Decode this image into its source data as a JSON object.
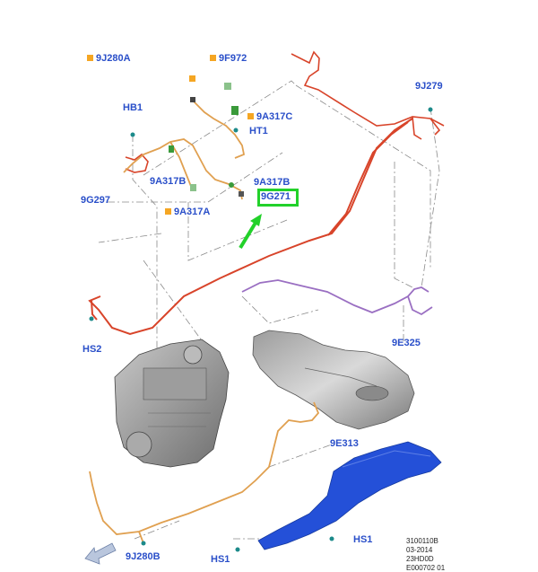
{
  "diagram": {
    "colors": {
      "callout_text": "#2a4fc9",
      "marker_orange": "#f5a623",
      "fuel_line_red": "#d8442a",
      "vapor_line_purple": "#9a6fc2",
      "brake_line_orange": "#e0a050",
      "shield_blue": "#2450d8",
      "highlight_green": "#22d12a",
      "arrow_green": "#22d12a"
    },
    "legend": [
      {
        "code": "9J280A"
      },
      {
        "code": "9F972"
      },
      {
        "code": "9A317C"
      },
      {
        "code": "9A317A"
      }
    ],
    "callouts": {
      "hb1": "HB1",
      "ht1": "HT1",
      "c9g297": "9G297",
      "c9a317b_left": "9A317B",
      "c9a317b_right": "9A317B",
      "c9g271": "9G271",
      "c9j279": "9J279",
      "hs2": "HS2",
      "c9e325": "9E325",
      "c9e313": "9E313",
      "c9j280b": "9J280B",
      "hs1_left": "HS1",
      "hs1_right": "HS1"
    },
    "stamp": {
      "line1": "3100110B",
      "line2": "03-2014",
      "line3": "23HD0D",
      "line4": "E000702 01"
    },
    "icons": [
      "direction-arrow-icon",
      "highlight-arrow-icon"
    ]
  }
}
